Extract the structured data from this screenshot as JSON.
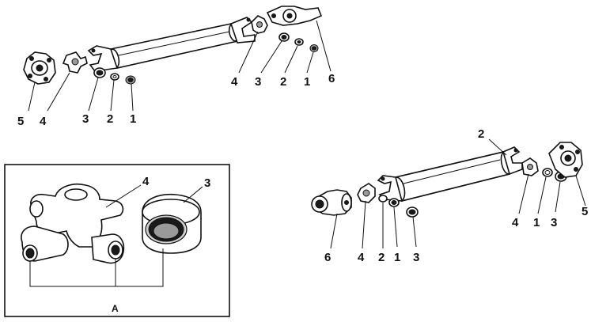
{
  "labels": {
    "top_left": [
      "5",
      "4",
      "3",
      "2",
      "1"
    ],
    "top_right": [
      "4",
      "3",
      "2",
      "1",
      "6"
    ],
    "bottom_right_top": "2",
    "bottom_right": [
      "6",
      "4",
      "2",
      "1",
      "3",
      "4",
      "1",
      "3",
      "5"
    ],
    "inset": {
      "cross": "4",
      "bearing": "3",
      "callout": "A"
    }
  }
}
